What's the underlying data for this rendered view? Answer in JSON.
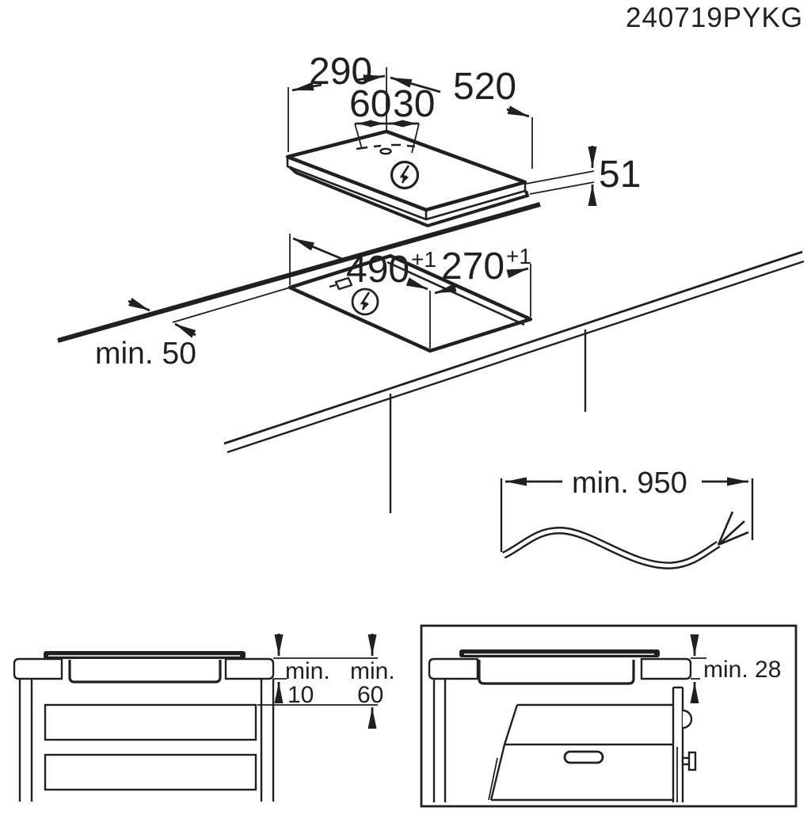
{
  "product_code": "240719PYKG",
  "colors": {
    "ink": "#231f20",
    "background": "#ffffff"
  },
  "top_view": {
    "width": "290",
    "depth": "520",
    "cable_offset_left": "60",
    "cable_offset_right": "30",
    "built_in_depth": "51"
  },
  "cutout_view": {
    "cutout_length": "490",
    "cutout_length_tol": "+1",
    "cutout_width": "270",
    "cutout_width_tol": "+1",
    "wall_distance": "min. 50"
  },
  "cable_view": {
    "cable_length": "min. 950"
  },
  "cabinet_view": {
    "hob_clearance_prefix": "min.",
    "hob_clearance_value": "10",
    "drawer_clearance_prefix": "min.",
    "drawer_clearance_value": "60"
  },
  "oven_view": {
    "oven_clearance": "min. 28"
  }
}
